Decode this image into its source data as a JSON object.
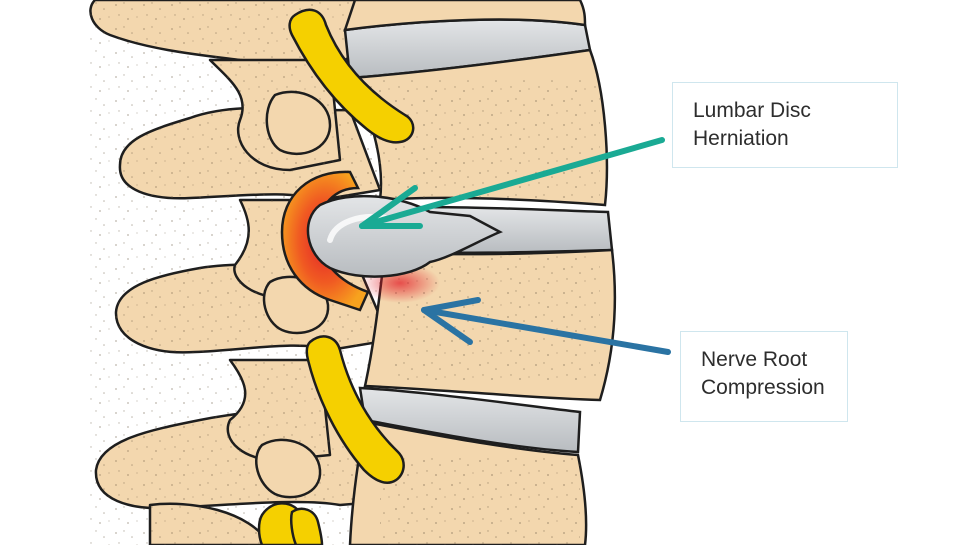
{
  "labels": {
    "herniation": {
      "line1": "Lumbar Disc",
      "line2": "Herniation"
    },
    "compression": {
      "line1": "Nerve Root",
      "line2": "Compression"
    }
  },
  "colors": {
    "background": "#ffffff",
    "bone": "#f3d7ae",
    "bone_outline": "#1e1e1e",
    "disc": "#c6c9cc",
    "nerve": "#f5d000",
    "inflammation_red": "#e2202a",
    "inflammation_orange": "#f79a1e",
    "arrow_herniation": "#1aaa94",
    "arrow_compression": "#2a73a3",
    "label_border": "#cfe6ee",
    "label_text": "#2d2d2d"
  }
}
